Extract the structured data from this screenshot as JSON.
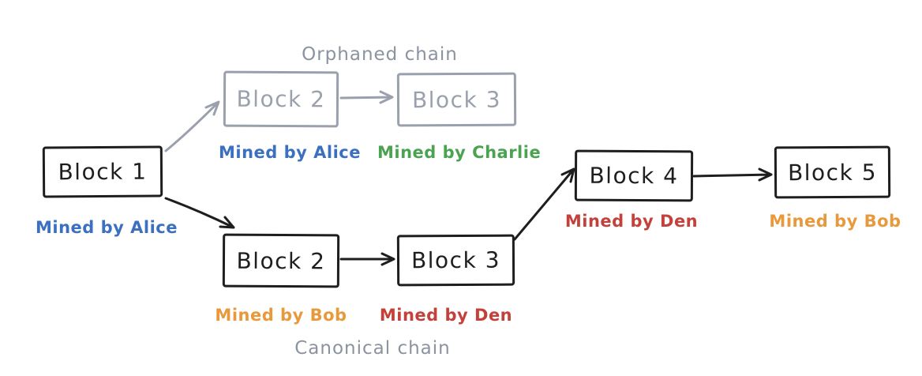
{
  "chain_labels": {
    "orphaned": "Orphaned chain",
    "canonical": "Canonical chain"
  },
  "blocks": [
    {
      "label": "Block 1",
      "miner": "Mined by Alice",
      "chain": "shared"
    },
    {
      "label": "Block 2",
      "miner": "Mined by Alice",
      "chain": "orphaned"
    },
    {
      "label": "Block 3",
      "miner": "Mined by Charlie",
      "chain": "orphaned"
    },
    {
      "label": "Block 2",
      "miner": "Mined by Bob",
      "chain": "canonical"
    },
    {
      "label": "Block 3",
      "miner": "Mined by Den",
      "chain": "canonical"
    },
    {
      "label": "Block 4",
      "miner": "Mined by Den",
      "chain": "canonical"
    },
    {
      "label": "Block 5",
      "miner": "Mined by Bob",
      "chain": "canonical"
    }
  ],
  "edges": [
    {
      "from": "block-1",
      "to": "orphaned-block-2",
      "style": "orphaned"
    },
    {
      "from": "orphaned-block-2",
      "to": "orphaned-block-3",
      "style": "orphaned"
    },
    {
      "from": "block-1",
      "to": "canonical-block-2",
      "style": "canonical"
    },
    {
      "from": "canonical-block-2",
      "to": "canonical-block-3",
      "style": "canonical"
    },
    {
      "from": "canonical-block-3",
      "to": "block-4",
      "style": "canonical"
    },
    {
      "from": "block-4",
      "to": "block-5",
      "style": "canonical"
    }
  ],
  "colors": {
    "black": "#1e1e1e",
    "orphaned_gray": "#9aa1ad",
    "chain_label_gray": "#8b93a0",
    "blue": "#3b70c1",
    "green": "#4ba352",
    "orange": "#e8993c",
    "red": "#c4413b",
    "background": "#ffffff"
  }
}
